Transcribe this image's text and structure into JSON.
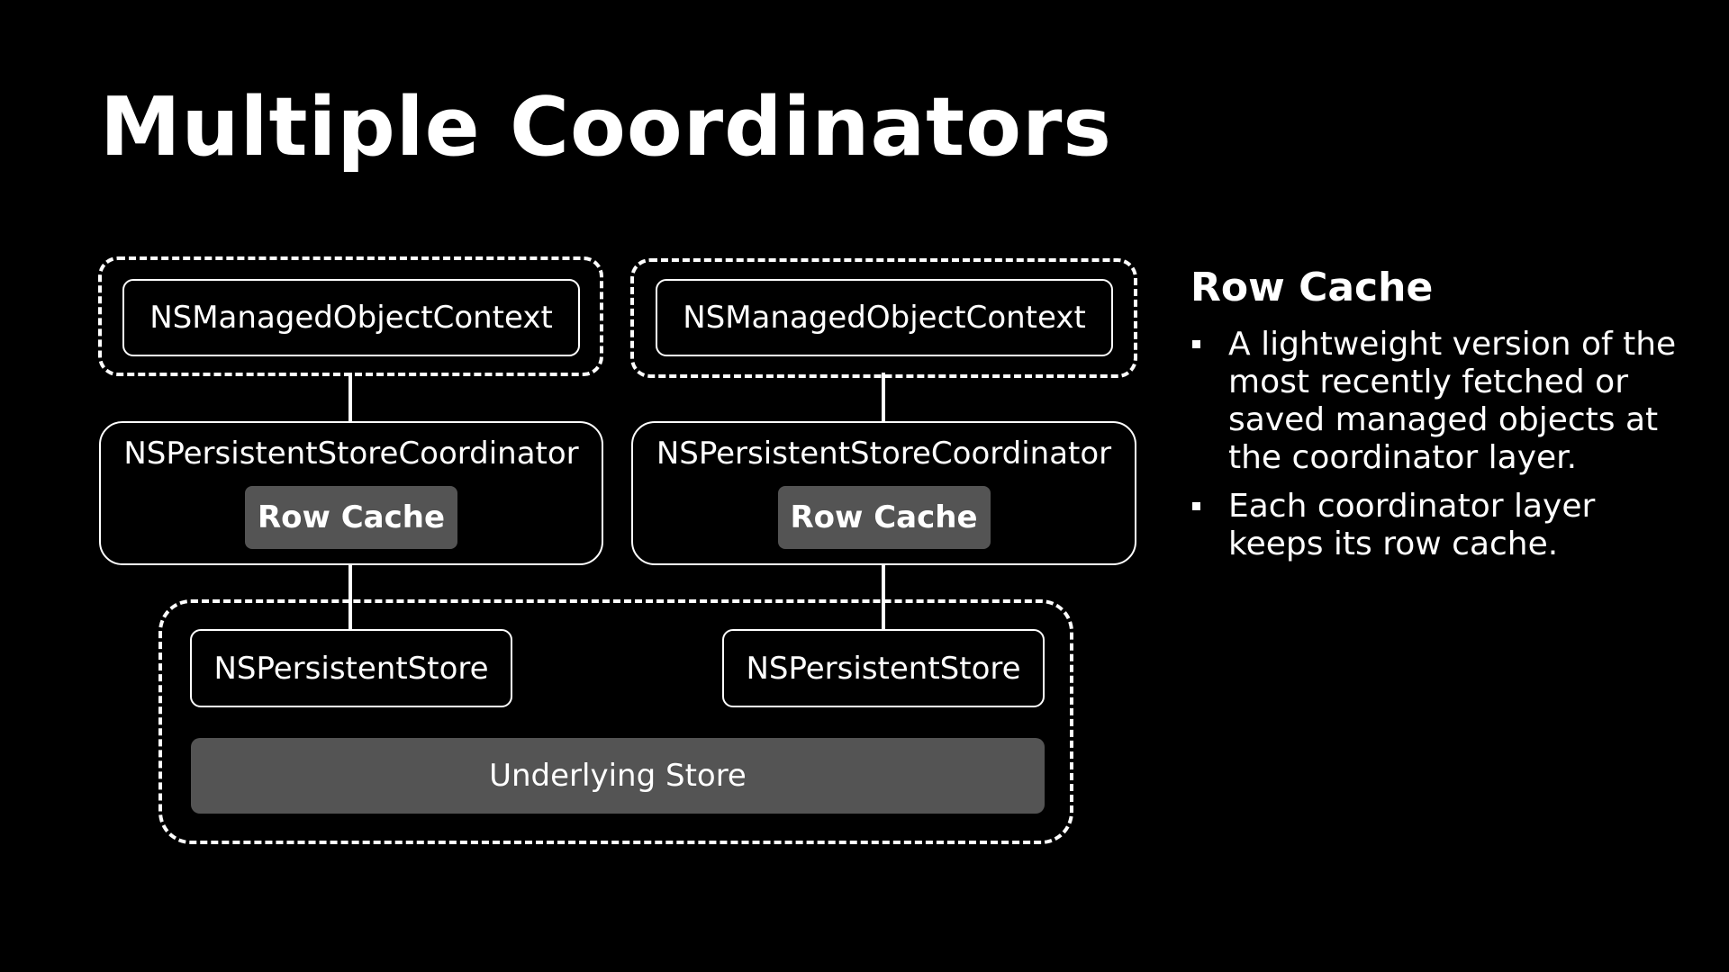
{
  "slide": {
    "title": "Multiple Coordinators"
  },
  "diagram": {
    "left": {
      "context_label": "NSManagedObjectContext",
      "coordinator_label": "NSPersistentStoreCoordinator",
      "row_cache_label": "Row Cache",
      "store_label": "NSPersistentStore"
    },
    "right": {
      "context_label": "NSManagedObjectContext",
      "coordinator_label": "NSPersistentStoreCoordinator",
      "row_cache_label": "Row Cache",
      "store_label": "NSPersistentStore"
    },
    "underlying_store_label": "Underlying Store"
  },
  "sidebar": {
    "title": "Row Cache",
    "bullets": [
      "A lightweight version of the most recently fetched or saved managed objects at the coordinator layer.",
      "Each coordinator layer keeps its row cache."
    ]
  },
  "colors": {
    "background": "#000000",
    "foreground": "#ffffff",
    "fill_gray": "#545454"
  }
}
